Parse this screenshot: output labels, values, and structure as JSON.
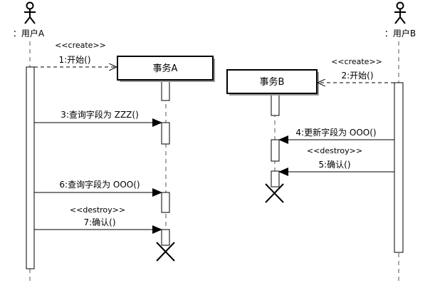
{
  "actors": {
    "user_a": "：用户A",
    "user_b": "：用户B"
  },
  "objects": {
    "tx_a": "事务A",
    "tx_b": "事务B"
  },
  "stereotypes": {
    "create_a": "<<create>>",
    "create_b": "<<create>>",
    "destroy_b": "<<destroy>>",
    "destroy_a": "<<destroy>>"
  },
  "messages": {
    "m1": "1:开始()",
    "m2": "2:开始()",
    "m3": "3:查询字段为 ZZZ()",
    "m4": "4:更新字段为 OOO()",
    "m5": "5:确认()",
    "m6": "6:查询字段为 OOO()",
    "m7": "7:确认()"
  }
}
